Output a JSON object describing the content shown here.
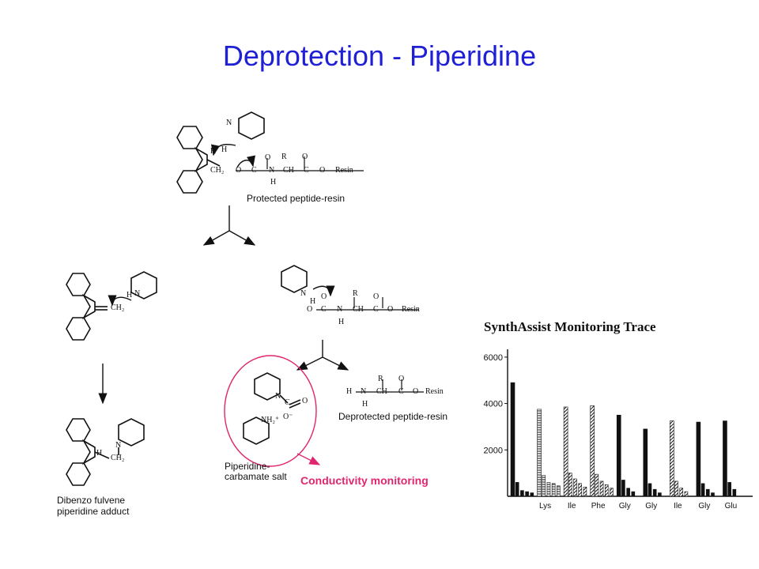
{
  "title": "Deprotection - Piperidine",
  "labels": {
    "protected": "Protected peptide-resin",
    "deprotected": "Deprotected peptide-resin",
    "carbamate_line1": "Piperidine-",
    "carbamate_line2": "carbamate salt",
    "adduct_line1": "Dibenzo fulvene",
    "adduct_line2": "piperidine adduct",
    "conductivity": "Conductivity monitoring"
  },
  "atoms": {
    "resin": "Resin",
    "ch2": "CH₂",
    "h": "H",
    "n": "N",
    "o": "O",
    "c": "C",
    "r": "R",
    "ch": "CH",
    "nh2": "NH₂⁺",
    "ominus": "O⁻"
  },
  "colors": {
    "title": "#1f1fd4",
    "highlight": "#e0266e",
    "ink": "#111111"
  },
  "chart_data": {
    "type": "bar",
    "title": "SynthAssist Monitoring Trace",
    "yticks": [
      2000,
      4000,
      6000
    ],
    "ylim": [
      0,
      6200
    ],
    "categories": [
      "Lys",
      "Ile",
      "Phe",
      "Gly",
      "Gly",
      "Ile",
      "Gly",
      "Glu"
    ],
    "groups": [
      {
        "label": "",
        "fill": "solid",
        "values": [
          4900,
          600,
          250,
          200,
          150
        ]
      },
      {
        "label": "Lys",
        "fill": "light",
        "values": [
          3750,
          900,
          600,
          550,
          450
        ]
      },
      {
        "label": "Ile",
        "fill": "hatch",
        "values": [
          3850,
          1000,
          750,
          550,
          400
        ]
      },
      {
        "label": "Phe",
        "fill": "hatch",
        "values": [
          3900,
          950,
          650,
          500,
          350
        ]
      },
      {
        "label": "Gly",
        "fill": "solid",
        "values": [
          3500,
          700,
          350,
          200
        ]
      },
      {
        "label": "Gly",
        "fill": "solid",
        "values": [
          2900,
          550,
          300,
          150
        ]
      },
      {
        "label": "Ile",
        "fill": "hatch",
        "values": [
          3250,
          650,
          350,
          200
        ]
      },
      {
        "label": "Gly",
        "fill": "solid",
        "values": [
          3200,
          550,
          300,
          150
        ]
      },
      {
        "label": "Glu",
        "fill": "solid",
        "values": [
          3250,
          600,
          300
        ]
      }
    ]
  }
}
